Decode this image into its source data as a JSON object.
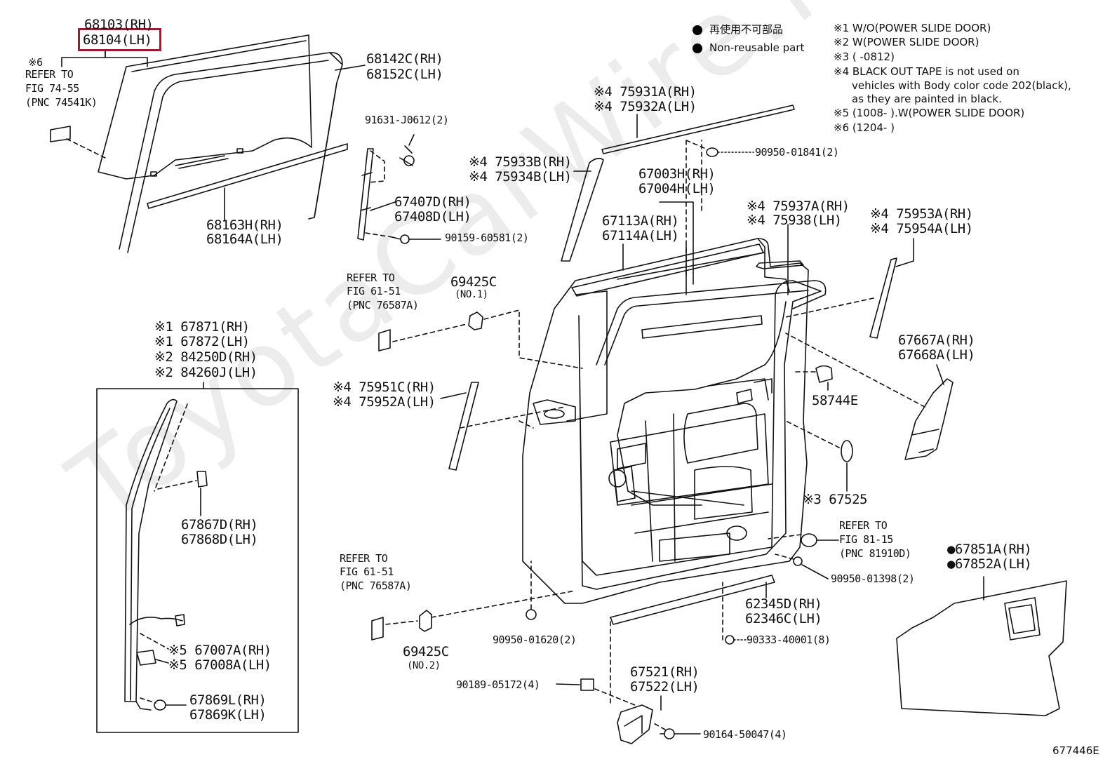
{
  "watermark": "ToyotaCarWire.ru",
  "legend": {
    "nonreusable_jp": "再使用不可部品",
    "nonreusable_en": "Non-reusable part"
  },
  "notes": [
    "※1 W/O(POWER SLIDE DOOR)",
    "※2 W(POWER SLIDE DOOR)",
    "※3 (        -0812)",
    "※4 BLACK OUT TAPE is not used on",
    "vehicles with Body color code 202(black),",
    "as they are painted in black.",
    "※5 (1008-        ).W(POWER SLIDE DOOR)",
    "※6 (1204-        )"
  ],
  "figure_code": "677446E",
  "highlight_color": "#9b1b30",
  "parts": {
    "p68103": "68103(RH)",
    "p68104": "68104(LH)",
    "ref6_mark": "※6",
    "ref6_1": "REFER TO",
    "ref6_2": "FIG 74-55",
    "ref6_3": "(PNC 74541K)",
    "p68142": "68142C(RH)",
    "p68152": "68152C(LH)",
    "p91631": "91631-J0612(2)",
    "p68163": "68163H(RH)",
    "p68164": "68164A(LH)",
    "p67407": "67407D(RH)",
    "p67408": "67408D(LH)",
    "p90159": "90159-60581(2)",
    "p75931": "※4 75931A(RH)",
    "p75932": "※4 75932A(LH)",
    "p90950_01841": "90950-01841(2)",
    "p75933": "※4 75933B(RH)",
    "p75934": "※4 75934B(LH)",
    "p67003": "67003H(RH)",
    "p67004": "67004H(LH)",
    "p67113": "67113A(RH)",
    "p67114": "67114A(LH)",
    "p75937": "※4 75937A(RH)",
    "p75938": "※4 75938(LH)",
    "p75953": "※4 75953A(RH)",
    "p75954": "※4 75954A(LH)",
    "ref61_1a": "REFER TO",
    "ref61_1b": "FIG 61-51",
    "ref61_1c": "(PNC 76587A)",
    "p69425c_1": "69425C",
    "p69425c_1n": "(NO.1)",
    "p67871": "※1 67871(RH)",
    "p67872": "※1 67872(LH)",
    "p84250": "※2 84250D(RH)",
    "p84260": "※2 84260J(LH)",
    "p75951": "※4 75951C(RH)",
    "p75952": "※4 75952A(LH)",
    "p58744": "58744E",
    "p67667": "67667A(RH)",
    "p67668": "67668A(LH)",
    "p67867": "67867D(RH)",
    "p67868": "67868D(LH)",
    "p67525": "※3 67525",
    "ref81_1": "REFER TO",
    "ref81_2": "FIG 81-15",
    "ref81_3": "(PNC 81910D)",
    "p67851": "●67851A(RH)",
    "p67852": "●67852A(LH)",
    "ref61_2a": "REFER TO",
    "ref61_2b": "FIG 61-51",
    "ref61_2c": "(PNC 76587A)",
    "p90950_01398": "90950-01398(2)",
    "p62345": "62345D(RH)",
    "p62346": "62346C(LH)",
    "p69425c_2": "69425C",
    "p69425c_2n": "(NO.2)",
    "p90950_01620": "90950-01620(2)",
    "p90333": "90333-40001(8)",
    "p67007": "※5 67007A(RH)",
    "p67008": "※5 67008A(LH)",
    "p67521": "67521(RH)",
    "p67522": "67522(LH)",
    "p90189": "90189-05172(4)",
    "p67869l": "67869L(RH)",
    "p67869k": "67869K(LH)",
    "p90164": "90164-50047(4)"
  }
}
